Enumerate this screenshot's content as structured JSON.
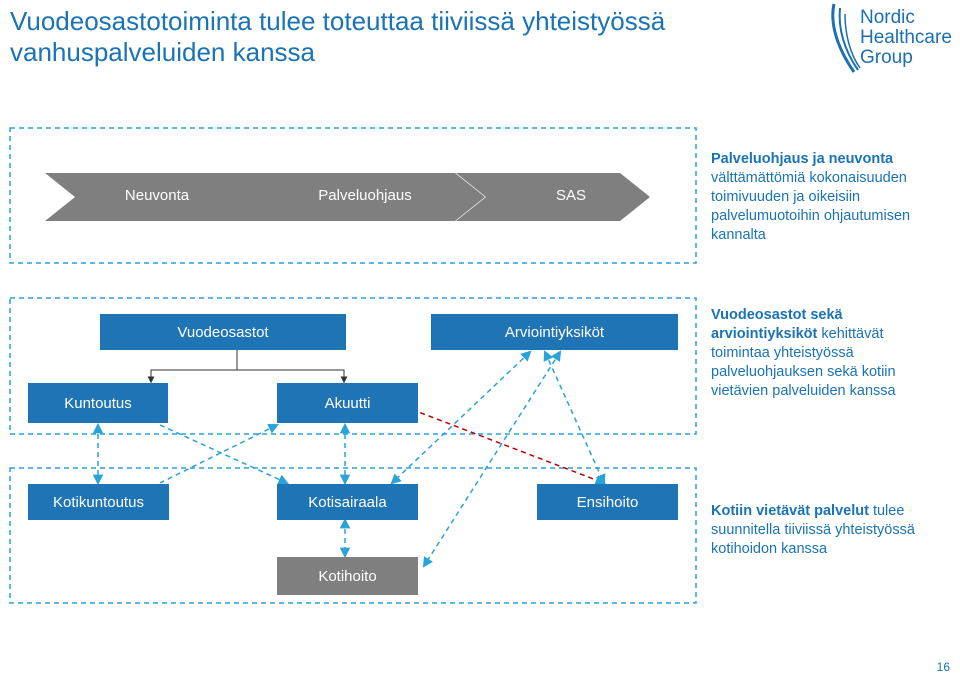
{
  "header": {
    "title_line1": "Vuodeosastotoiminta tulee toteuttaa tiiviissä yhteistyössä",
    "title_line2": "vanhuspalveluiden kanssa"
  },
  "logo": {
    "line1": "Nordic",
    "line2": "Healthcare",
    "line3": "Group"
  },
  "row1": {
    "chevrons": [
      "Neuvonta",
      "Palveluohjaus",
      "SAS"
    ],
    "note_bold": "Palveluohjaus ja neuvonta",
    "note_lines": [
      "välttämättömiä kokonaisuuden",
      "toimivuuden ja oikeisiin",
      "palvelumuotoihin ohjautumisen",
      "kannalta"
    ]
  },
  "row2": {
    "vuodeosastot": "Vuodeosastot",
    "arviointiyksikot": "Arviointiyksiköt",
    "kuntoutus": "Kuntoutus",
    "akuutti": "Akuutti",
    "note_bold_1": "Vuodeosastot sekä",
    "note_bold_2": "arviointiyksiköt",
    "note_rest_2": " kehittävät",
    "note_lines": [
      "toimintaa yhteistyössä",
      "palveluohjauksen sekä kotiin",
      "vietävien palveluiden kanssa"
    ]
  },
  "row3": {
    "kotikuntoutus": "Kotikuntoutus",
    "kotisairaala": "Kotisairaala",
    "ensihoito": "Ensihoito",
    "kotihoito": "Kotihoito",
    "note_bold": "Kotiin vietävät palvelut",
    "note_rest": " tulee",
    "note_lines": [
      "suunnitella tiiviissä yhteistyössä",
      "kotihoidon kanssa"
    ]
  },
  "page_number": "16",
  "colors": {
    "accent": "#1a73b5",
    "box_blue": "#1f74b5",
    "box_grey": "#7f7f7f",
    "dashed": "#29a3d8"
  }
}
